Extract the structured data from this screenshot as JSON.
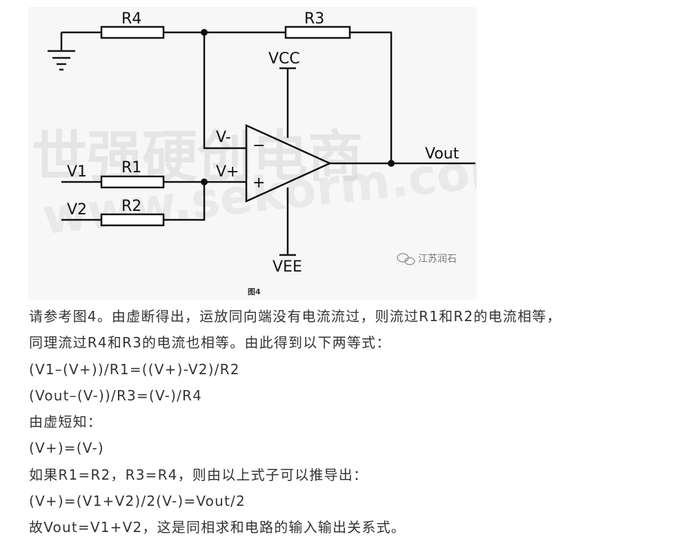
{
  "figure": {
    "labels": {
      "r4": "R4",
      "r3": "R3",
      "r1": "R1",
      "r2": "R2",
      "vcc": "VCC",
      "vee": "VEE",
      "v_minus": "V-",
      "v_plus": "V+",
      "minus_sign": "−",
      "plus_sign": "+",
      "vout": "Vout",
      "v1": "V1",
      "v2": "V2"
    },
    "watermark_cn": "世强硬创电商",
    "watermark_url": "www.sekorm.com",
    "credit": "江苏润石",
    "caption": "图4"
  },
  "body": {
    "lines": [
      "请参考图4。由虚断得出，运放同向端没有电流流过，则流过R1和R2的电流相等，",
      "同理流过R4和R3的电流也相等。由此得到以下两等式：",
      "(V1–(V+))/R1=((V+)-V2)/R2",
      "(Vout–(V-))/R3=(V-)/R4",
      "由虚短知：",
      "(V+)=(V-)",
      "如果R1=R2，R3=R4，则由以上式子可以推导出：",
      "(V+)=(V1+V2)/2(V-)=Vout/2",
      "故Vout=V1+V2，这是同相求和电路的输入输出关系式。"
    ]
  }
}
